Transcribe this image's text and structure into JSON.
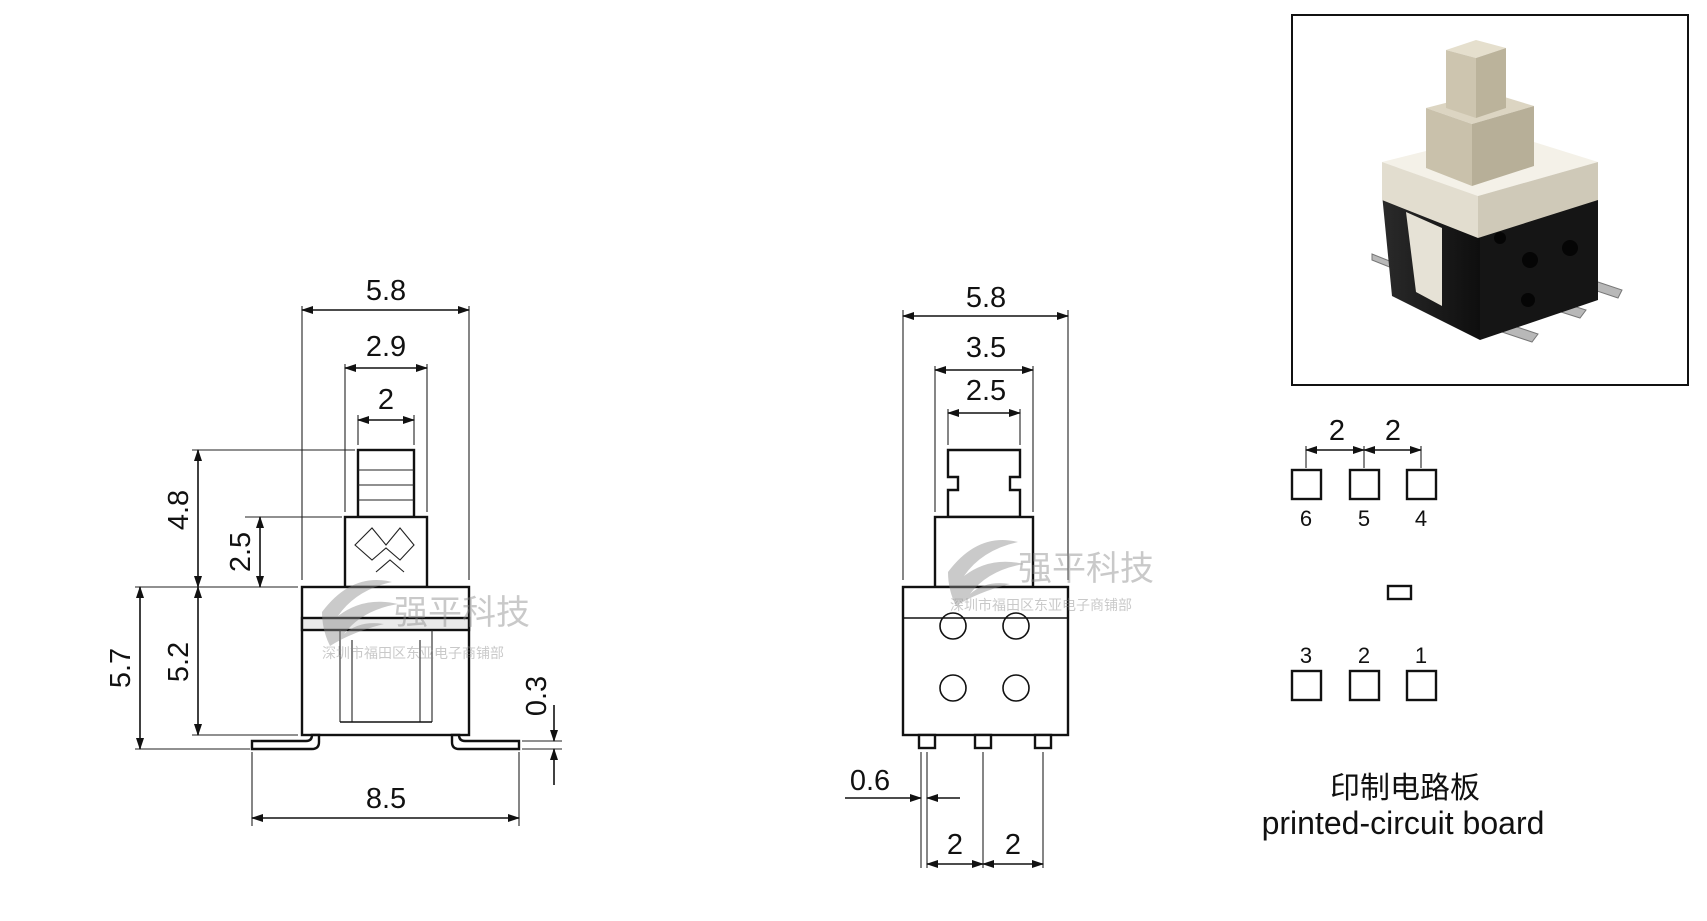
{
  "side_view": {
    "dims": {
      "width_total": "5.8",
      "width_cap": "2.9",
      "width_tip": "2",
      "height_stem": "4.8",
      "height_cap": "2.5",
      "height_total": "5.7",
      "height_body": "5.2",
      "leg_thickness": "0.3",
      "leg_span": "8.5"
    }
  },
  "front_view": {
    "dims": {
      "width_total": "5.8",
      "width_cap": "3.5",
      "width_tip": "2.5",
      "pin_width": "0.6",
      "pitch_left": "2",
      "pitch_right": "2"
    }
  },
  "pcb": {
    "pitch_left": "2",
    "pitch_right": "2",
    "top_pins": [
      "6",
      "5",
      "4"
    ],
    "bottom_pins": [
      "3",
      "2",
      "1"
    ],
    "label_cn": "印制电路板",
    "label_en": "printed-circuit board"
  },
  "watermark": {
    "name": "强平科技",
    "subtitle": "深圳市福田区东亚电子商铺部"
  },
  "colors": {
    "line": "#111111",
    "switch_cap": "#e4dfd0",
    "switch_base": "#1b1b1b",
    "pin_metal": "#b8b8b8"
  }
}
